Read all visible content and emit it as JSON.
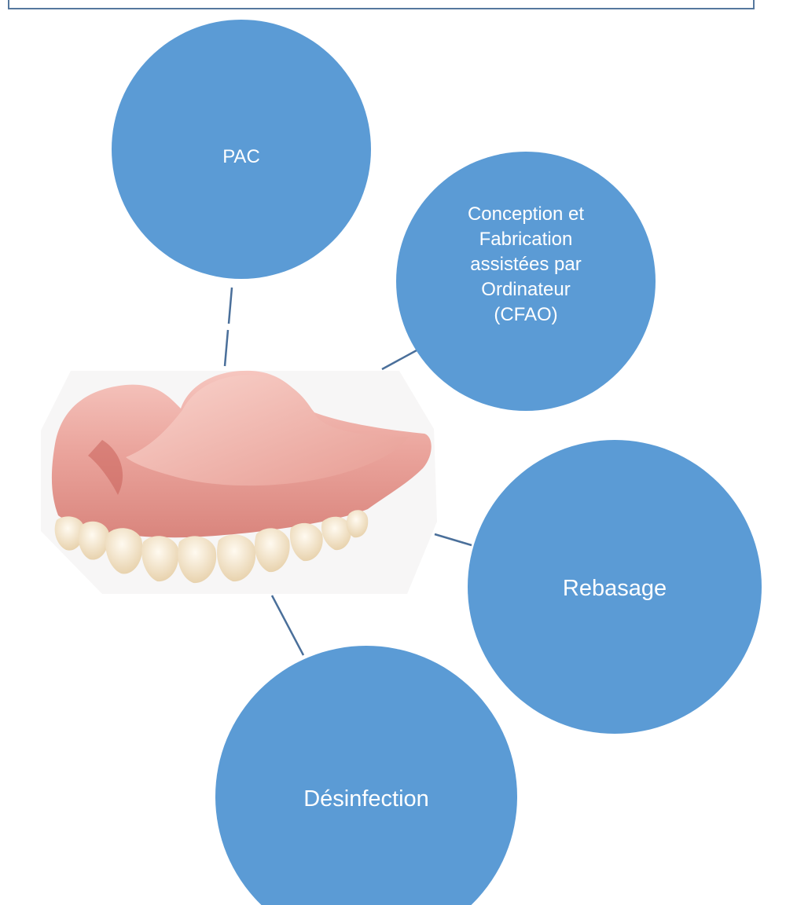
{
  "nodes": [
    {
      "id": "pac",
      "lines": [
        "PAC"
      ]
    },
    {
      "id": "cfao",
      "lines": [
        "Conception et",
        "Fabrication",
        "assistées par",
        "Ordinateur",
        "(CFAO)"
      ]
    },
    {
      "id": "rebasage",
      "lines": [
        "Rebasage"
      ]
    },
    {
      "id": "desinfection",
      "lines": [
        "Désinfection"
      ]
    }
  ],
  "center_image": {
    "subject": "complete-denture-photo"
  },
  "colors": {
    "node_fill": "#5b9bd5",
    "node_text": "#ffffff",
    "connector": "#4a6f9a",
    "frame": "#56789e",
    "gum": "#e59a94",
    "teeth": "#f3e3c6"
  }
}
